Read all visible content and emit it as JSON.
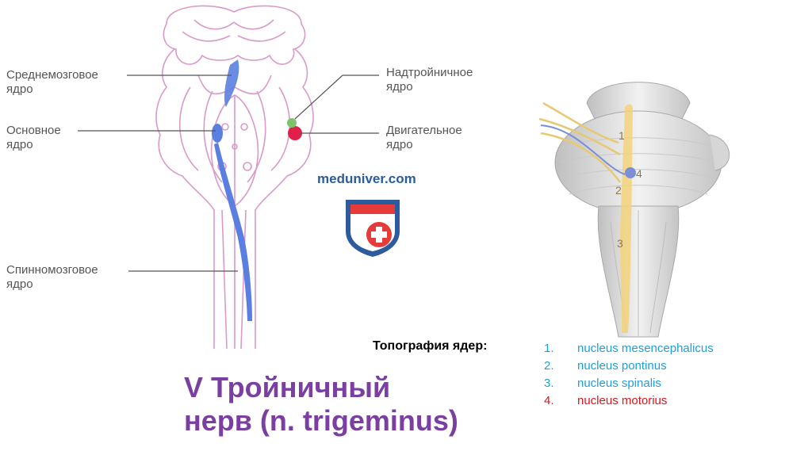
{
  "labels_left": {
    "midbrain_nucleus": "Среднемозговое\nядро",
    "main_nucleus": "Основное\nядро",
    "spinal_nucleus": "Спинномозговое\nядро"
  },
  "labels_right": {
    "supratrigeminal_nucleus": "Надтройничное\nядро",
    "motor_nucleus": "Двигательное\nядро"
  },
  "watermark": "meduniver.com",
  "brainstem_numbers": [
    "1",
    "2",
    "3",
    "4"
  ],
  "topography": {
    "title": "Топография ядер:",
    "items": [
      {
        "num": "1.",
        "name": "nucleus mesencephalicus",
        "color": "#1f9fd8"
      },
      {
        "num": "2.",
        "name": "nucleus pontinus",
        "color": "#1f9fd8"
      },
      {
        "num": "3.",
        "name": "nucleus spinalis",
        "color": "#1f9fd8"
      },
      {
        "num": "4.",
        "name": "nucleus motorius",
        "color": "#e0141a"
      }
    ]
  },
  "title": "V Тройничный\nнерв (n. trigeminus)",
  "colors": {
    "outline_pink": "#d99ac8",
    "nucleus_blue": "#5b7fe0",
    "nucleus_red": "#e0204a",
    "title_purple": "#7a3fa0"
  }
}
